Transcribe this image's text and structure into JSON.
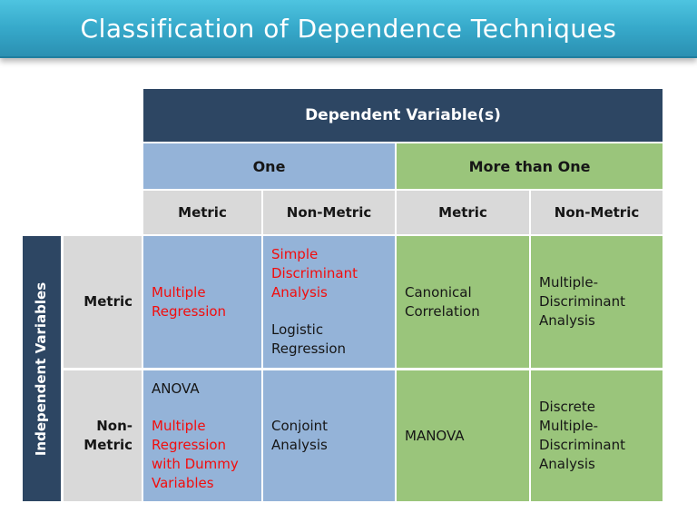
{
  "title": "Classification of Dependence Techniques",
  "colors": {
    "titlebar_teal_top": "#4ec4e0",
    "titlebar_teal_bottom": "#2b90b2",
    "navy_header": "#2d4663",
    "light_blue": "#94b3d8",
    "green": "#9ac57b",
    "gray_header": "#d9d9d9",
    "red_text": "#f20d0d",
    "black_text": "#161616"
  },
  "table": {
    "dependent_header": "Dependent Variable(s)",
    "column_groups": [
      {
        "label": "One"
      },
      {
        "label": "More than One"
      }
    ],
    "column_headers": [
      "Metric",
      "Non-Metric",
      "Metric",
      "Non-Metric"
    ],
    "independent_label": "Independent Variables",
    "row_headers": [
      "Metric",
      "Non-\nMetric"
    ],
    "cells": [
      {
        "id": "metric-one-metric",
        "parts": [
          {
            "text": "Multiple\nRegression",
            "color": "red"
          }
        ]
      },
      {
        "id": "metric-one-nonmetric",
        "parts": [
          {
            "text": "Simple\nDiscriminant\nAnalysis",
            "color": "red"
          },
          {
            "text": "Logistic\nRegression",
            "color": "black"
          }
        ]
      },
      {
        "id": "metric-more-metric",
        "parts": [
          {
            "text": "Canonical\nCorrelation",
            "color": "black"
          }
        ]
      },
      {
        "id": "metric-more-nonmetric",
        "parts": [
          {
            "text": "Multiple-\nDiscriminant\nAnalysis",
            "color": "black"
          }
        ]
      },
      {
        "id": "nonmetric-one-metric",
        "parts": [
          {
            "text": "ANOVA",
            "color": "black"
          },
          {
            "text": "Multiple\nRegression\nwith Dummy\nVariables",
            "color": "red"
          }
        ]
      },
      {
        "id": "nonmetric-one-nonmetric",
        "parts": [
          {
            "text": "Conjoint\nAnalysis",
            "color": "black"
          }
        ]
      },
      {
        "id": "nonmetric-more-metric",
        "parts": [
          {
            "text": "MANOVA",
            "color": "black"
          }
        ]
      },
      {
        "id": "nonmetric-more-nonmetric",
        "parts": [
          {
            "text": "Discrete\nMultiple-\nDiscriminant\nAnalysis",
            "color": "black"
          }
        ]
      }
    ]
  }
}
